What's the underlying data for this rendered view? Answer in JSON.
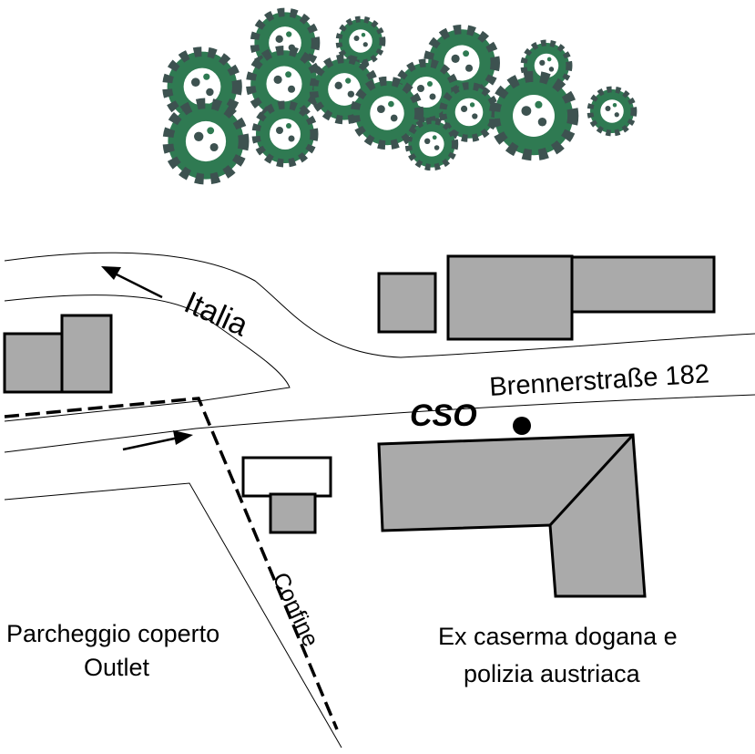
{
  "map": {
    "labels": {
      "italia": "Italia",
      "street": "Brennerstraße 182",
      "cso": "CSO",
      "confine": "Confine",
      "parking_line1": "Parcheggio coperto",
      "parking_line2": "Outlet",
      "barracks_line1": "Ex caserma dogana e",
      "barracks_line2": "polizia austriaca"
    },
    "colors": {
      "building_fill": "#aaaaaa",
      "tree_outer": "#2f7a52",
      "tree_dark": "#3d5250"
    },
    "icons": [
      "tree-icon",
      "arrow-icon",
      "station-marker-icon"
    ]
  }
}
